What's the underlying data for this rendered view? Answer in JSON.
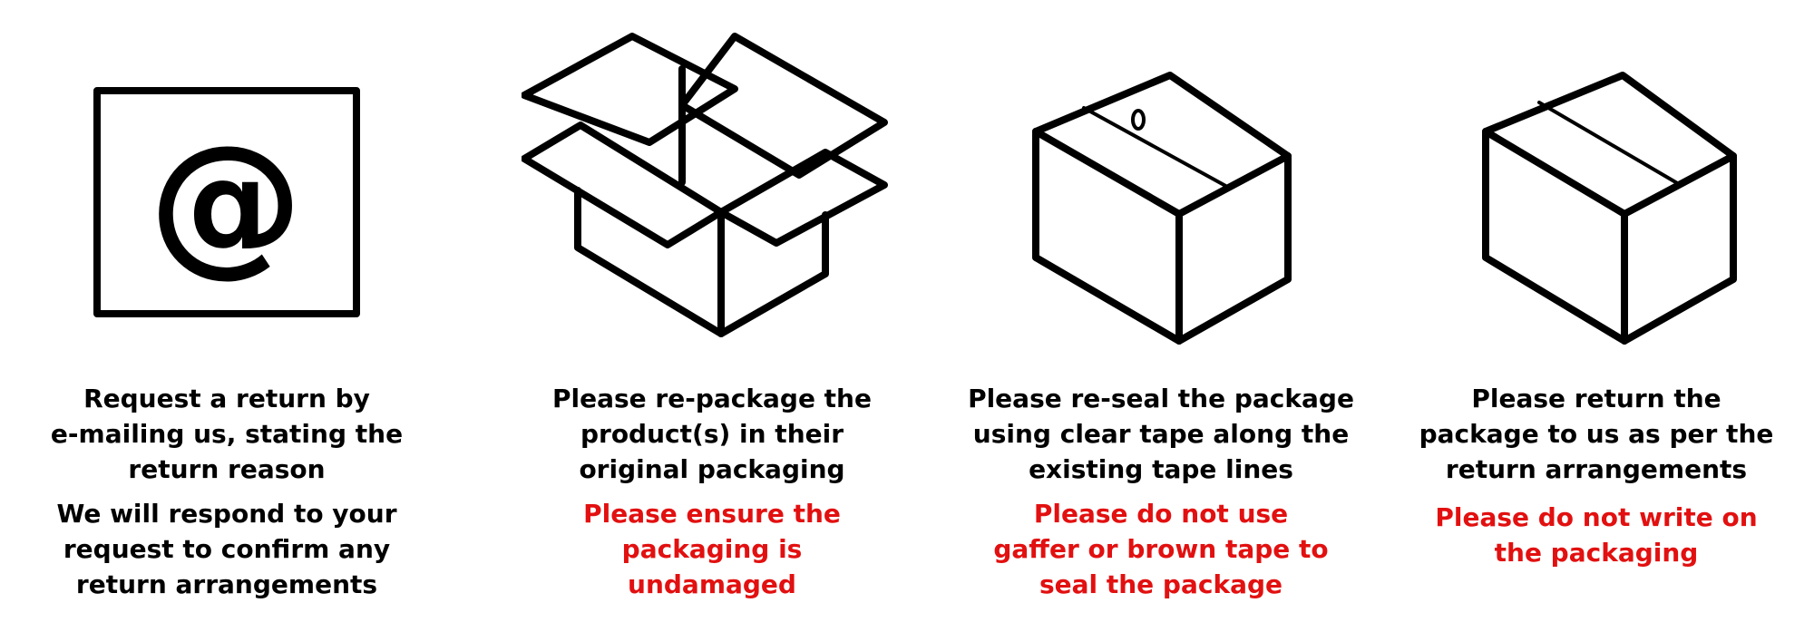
{
  "steps": [
    {
      "icon": "at-sign-icon",
      "at_symbol": "@",
      "primary": "Request a return by\ne-mailing us, stating the\nreturn reason",
      "secondary": "We will respond to your\nrequest to confirm any\nreturn arrangements"
    },
    {
      "icon": "open-box-icon",
      "primary": "Please re-package the\nproduct(s) in their\noriginal packaging",
      "warning": "Please ensure the\npackaging is\nundamaged"
    },
    {
      "icon": "taped-box-icon",
      "primary": "Please re-seal the package\nusing clear tape along the\nexisting tape lines",
      "warning": "Please do not use\ngaffer or brown tape to\nseal the package"
    },
    {
      "icon": "sealed-box-icon",
      "primary": "Please return the\npackage to us as per the\nreturn arrangements",
      "warning": "Please do not write on\nthe packaging"
    }
  ],
  "colors": {
    "text": "#000000",
    "warning": "#e21010",
    "background": "#ffffff"
  }
}
